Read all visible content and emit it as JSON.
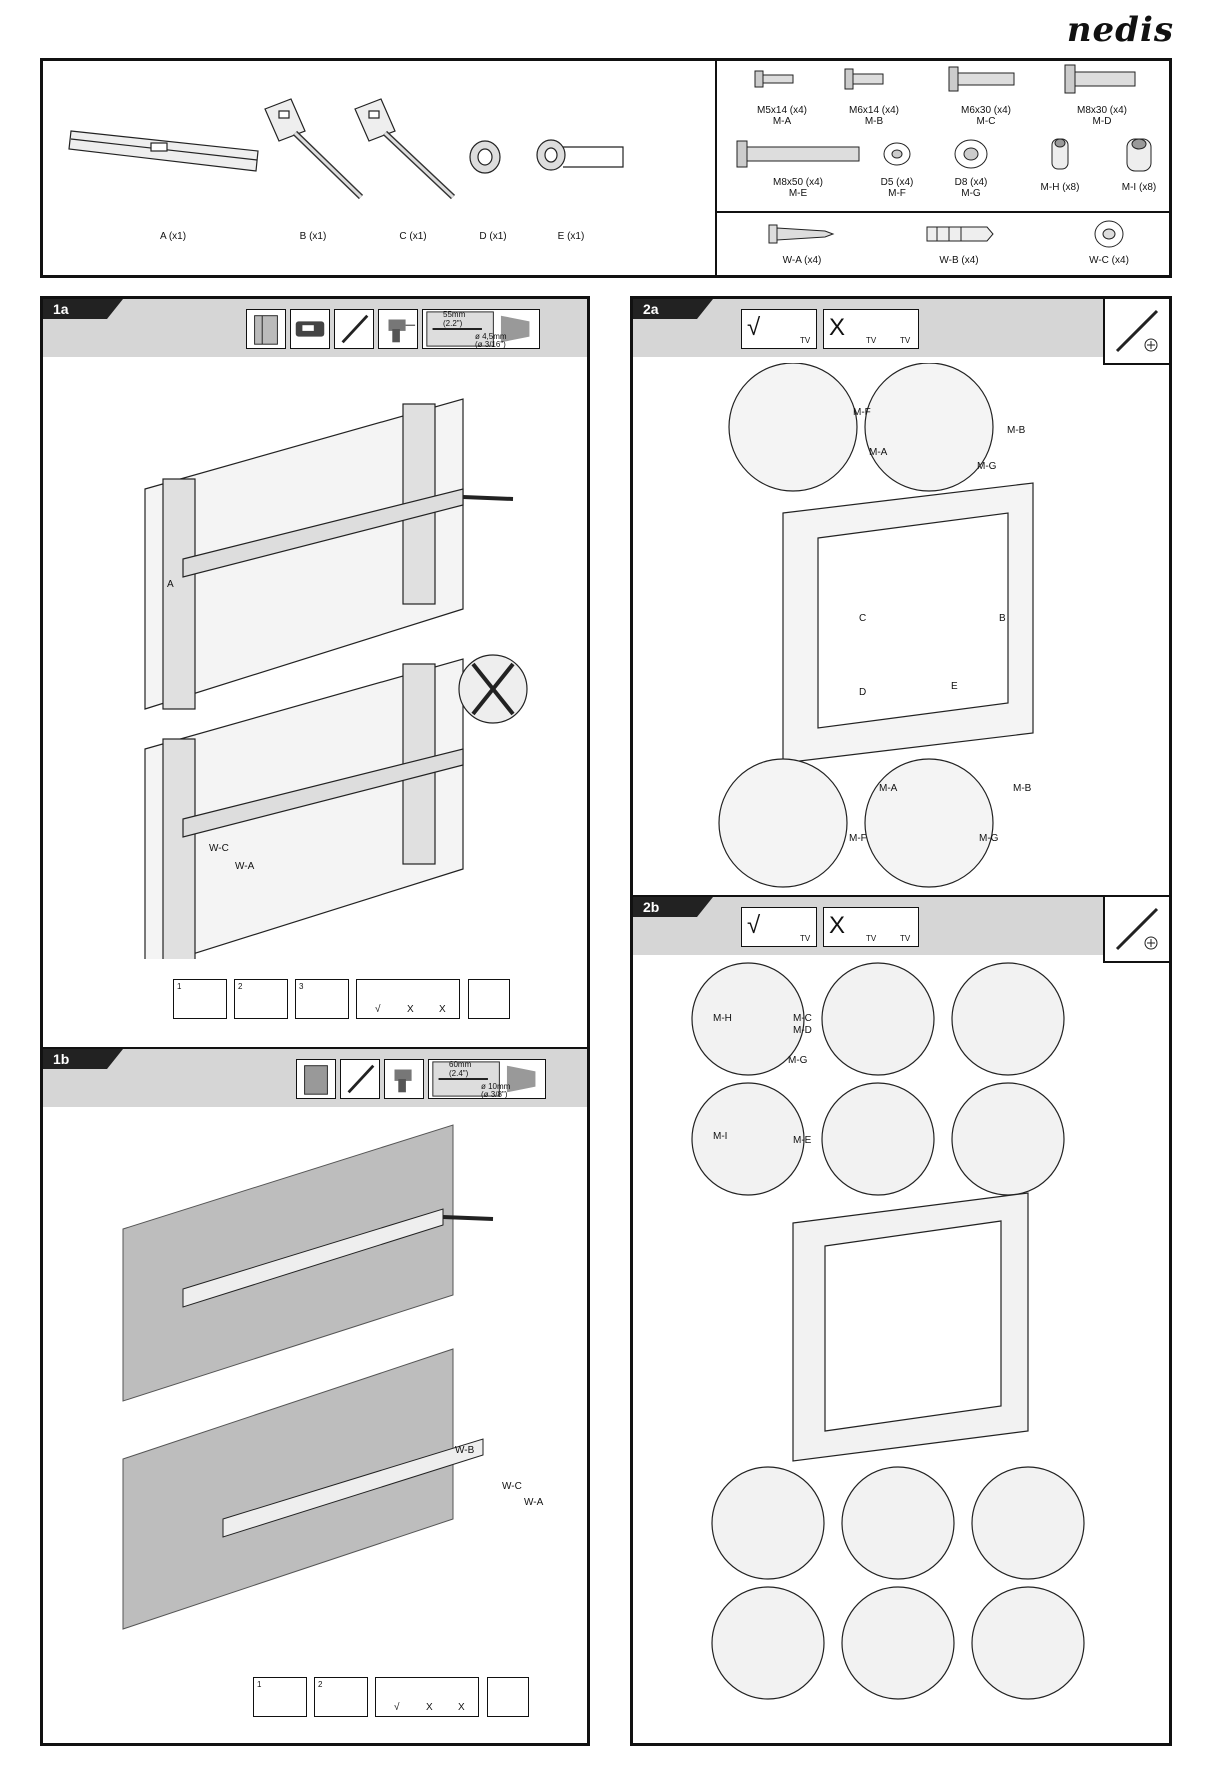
{
  "brand": "nedis",
  "parts": {
    "main": [
      {
        "label": "A (x1)",
        "icon": "wall-plate-icon"
      },
      {
        "label": "B (x1)",
        "icon": "bracket-arm-icon"
      },
      {
        "label": "C (x1)",
        "icon": "bracket-arm-icon"
      },
      {
        "label": "D (x1)",
        "icon": "knob-icon"
      },
      {
        "label": "E (x1)",
        "icon": "knob-loop-icon"
      }
    ],
    "screws": [
      {
        "size": "M5x14 (x4)",
        "code": "M-A"
      },
      {
        "size": "M6x14 (x4)",
        "code": "M-B"
      },
      {
        "size": "M6x30 (x4)",
        "code": "M-C"
      },
      {
        "size": "M8x30 (x4)",
        "code": "M-D"
      },
      {
        "size": "M8x50 (x4)",
        "code": "M-E"
      },
      {
        "size": "D5 (x4)",
        "code": "M-F"
      },
      {
        "size": "D8 (x4)",
        "code": "M-G"
      },
      {
        "size": "M-H (x8)",
        "code": ""
      },
      {
        "size": "M-I (x8)",
        "code": ""
      }
    ],
    "wall": [
      {
        "label": "W-A (x4)"
      },
      {
        "label": "W-B (x4)"
      },
      {
        "label": "W-C (x4)"
      }
    ]
  },
  "steps": {
    "s1a": {
      "tag": "1a",
      "drill": {
        "depth": "55mm",
        "depth_inch": "(2.2\")",
        "bit": "ø 4,5mm",
        "bit_inch": "(ø 3/16\")"
      },
      "labels": {
        "a": "A",
        "wc": "W-C",
        "wa": "W-A"
      },
      "substeps": [
        "1",
        "2",
        "3"
      ]
    },
    "s1b": {
      "tag": "1b",
      "drill": {
        "depth": "60mm",
        "depth_inch": "(2.4\")",
        "bit": "ø 10mm",
        "bit_inch": "(ø 3/8\")"
      },
      "labels": {
        "wb": "W-B",
        "wc": "W-C",
        "wa": "W-A"
      },
      "substeps": [
        "1",
        "2"
      ]
    },
    "s2a": {
      "tag": "2a",
      "labels": {
        "mf": "M-F",
        "ma": "M-A",
        "mb": "M-B",
        "mg": "M-G",
        "c": "C",
        "b": "B",
        "d": "D",
        "e": "E",
        "ma2": "M-A",
        "mf2": "M-F",
        "mb2": "M-B",
        "mg2": "M-G"
      }
    },
    "s2b": {
      "tag": "2b",
      "labels": {
        "mh": "M-H",
        "mi": "M-I",
        "mc": "M-C",
        "md": "M-D",
        "mg": "M-G",
        "me": "M-E"
      }
    }
  },
  "check_marks": {
    "ok": "√",
    "no": "X"
  },
  "tv_text": "TV"
}
